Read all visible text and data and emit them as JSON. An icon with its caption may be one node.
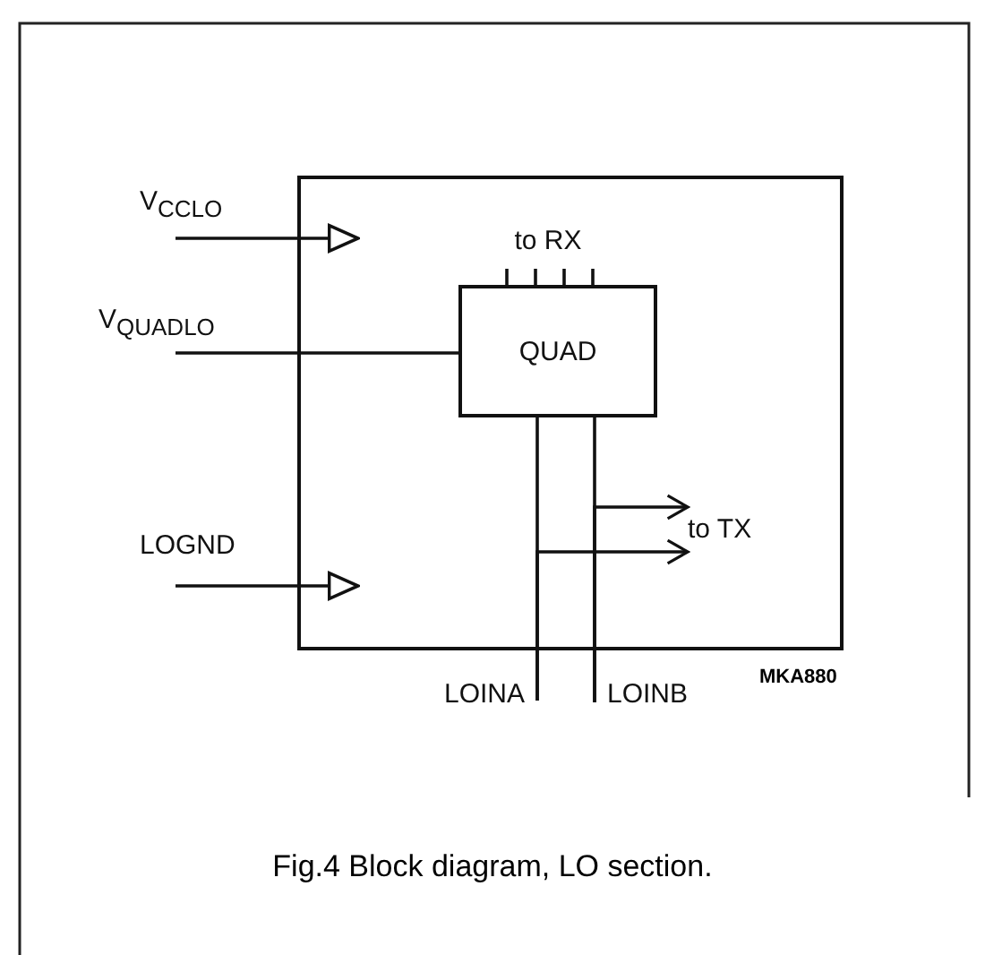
{
  "diagram": {
    "caption": "Fig.4 Block diagram, LO section.",
    "nodes": [
      {
        "text": [],
        "shape": "box"
      },
      {
        "text": [
          "V$_{CCLO}$"
        ]
      },
      {
        "text": [
          "V$_{QUADLO}$"
        ]
      },
      {
        "text": [
          "QUAD"
        ],
        "in": 0
      },
      {
        "text": [
          "to RX"
        ],
        "in": 0
      },
      {
        "text": [
          "LOGND"
        ]
      },
      {
        "text": [
          "to TX"
        ],
        "in": 0
      },
      {
        "text": [
          "LOINA"
        ]
      },
      {
        "text": [
          "LOINB"
        ]
      }
    ],
    "edges": [
      {
        "from": 1,
        "to": null,
        "arrow": "to"
      },
      {
        "from": 2,
        "to": 3,
        "arrow": "none"
      },
      {
        "from": 3,
        "to": 4,
        "arrow": "none"
      },
      {
        "from": 3,
        "to": 4,
        "arrow": "none"
      },
      {
        "from": 3,
        "to": 4,
        "arrow": "none"
      },
      {
        "from": 3,
        "to": 4,
        "arrow": "none"
      },
      {
        "from": 5,
        "to": null,
        "arrow": "to"
      },
      {
        "from": 7,
        "to": 3,
        "arrow": "none"
      },
      {
        "from": 7,
        "to": 6,
        "arrow": "to"
      },
      {
        "from": 8,
        "to": 3,
        "arrow": "none"
      },
      {
        "from": 8,
        "to": 6,
        "arrow": "to"
      }
    ],
    "labels": [
      "MKA880"
    ]
  }
}
